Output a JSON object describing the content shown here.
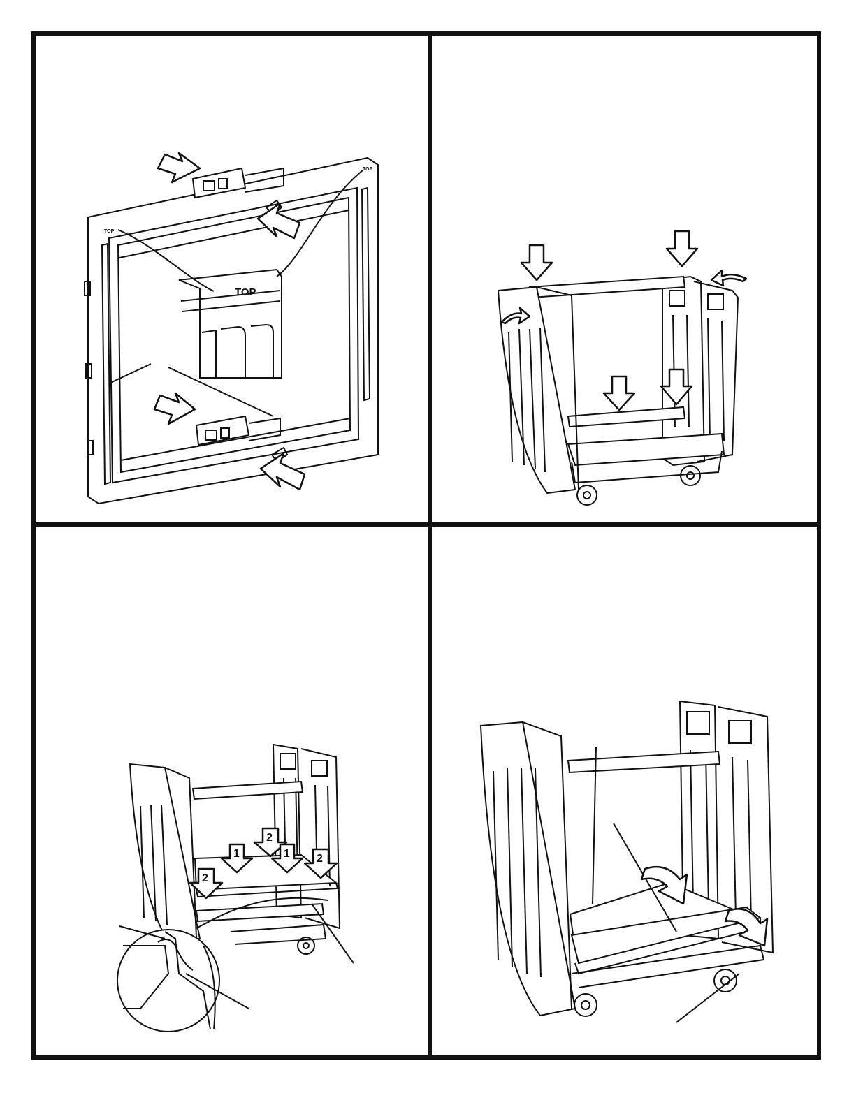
{
  "panels": {
    "p1": {
      "frame_label_big": "TOP",
      "frame_label_small_left": "TOP",
      "frame_label_small_right": "TOP"
    },
    "p3": {
      "arrow_labels": [
        "1",
        "2",
        "1",
        "2",
        "2"
      ]
    }
  }
}
